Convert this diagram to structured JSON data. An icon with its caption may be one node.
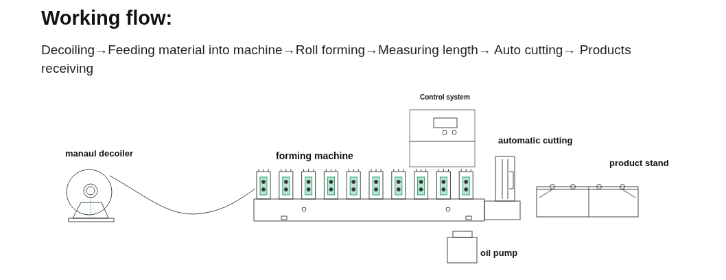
{
  "diagram": {
    "title": "Working flow:",
    "labels": [
      "Decoiling→Feeding material into machine→Roll forming→Measuring length→ Auto cutting→ Products receiving",
      "Control system",
      "manaul decoiler",
      "forming machine",
      "automatic cutting",
      "product stand",
      "oil pump"
    ]
  }
}
